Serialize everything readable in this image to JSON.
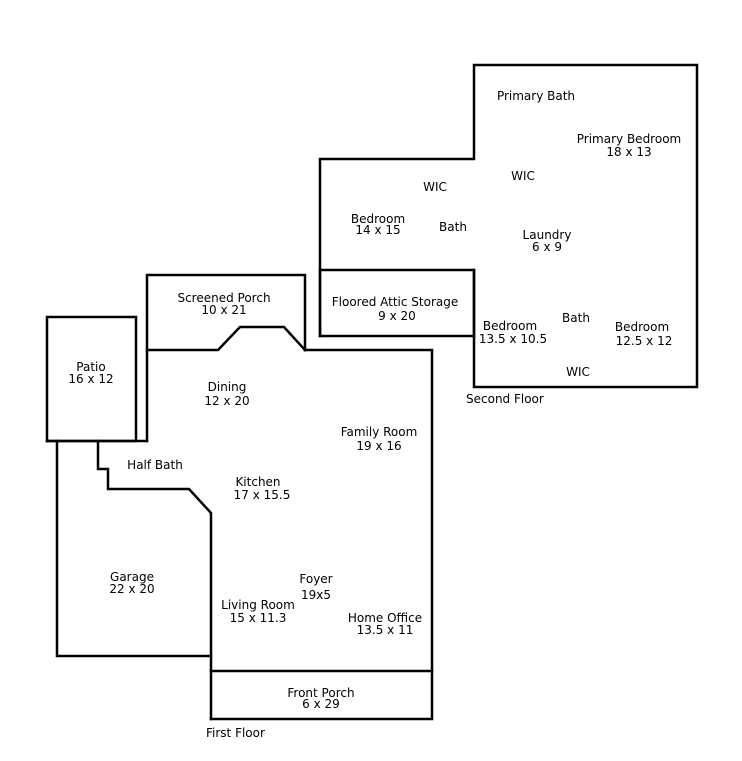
{
  "floors": {
    "first_floor": "First Floor",
    "second_floor": "Second Floor"
  },
  "rooms": {
    "patio": {
      "name": "Patio",
      "dim": "16 x 12"
    },
    "screened_porch": {
      "name": "Screened Porch",
      "dim": "10 x 21"
    },
    "dining": {
      "name": "Dining",
      "dim": "12 x 20"
    },
    "family_room": {
      "name": "Family Room",
      "dim": "19 x 16"
    },
    "half_bath": {
      "name": "Half Bath"
    },
    "kitchen": {
      "name": "Kitchen",
      "dim": "17 x 15.5"
    },
    "garage": {
      "name": "Garage",
      "dim": "22 x 20"
    },
    "foyer": {
      "name": "Foyer",
      "dim": "19x5"
    },
    "living_room": {
      "name": "Living Room",
      "dim": "15 x 11.3"
    },
    "home_office": {
      "name": "Home Office",
      "dim": "13.5 x 11"
    },
    "front_porch": {
      "name": "Front Porch",
      "dim": "6 x 29"
    },
    "primary_bath": {
      "name": "Primary Bath"
    },
    "primary_bedroom": {
      "name": "Primary Bedroom",
      "dim": "18 x 13"
    },
    "wic_upper_left": {
      "name": "WIC"
    },
    "wic_upper_right": {
      "name": "WIC"
    },
    "bedroom_west": {
      "name": "Bedroom",
      "dim": "14 x 15"
    },
    "bath_west": {
      "name": "Bath"
    },
    "laundry": {
      "name": "Laundry",
      "dim": "6 x 9"
    },
    "attic_storage": {
      "name": "Floored Attic Storage",
      "dim": "9 x 20"
    },
    "bedroom_center": {
      "name": "Bedroom",
      "dim": "13.5 x 10.5"
    },
    "bath_east": {
      "name": "Bath"
    },
    "bedroom_east": {
      "name": "Bedroom",
      "dim": "12.5 x 12"
    },
    "wic_lower": {
      "name": "WIC"
    }
  }
}
